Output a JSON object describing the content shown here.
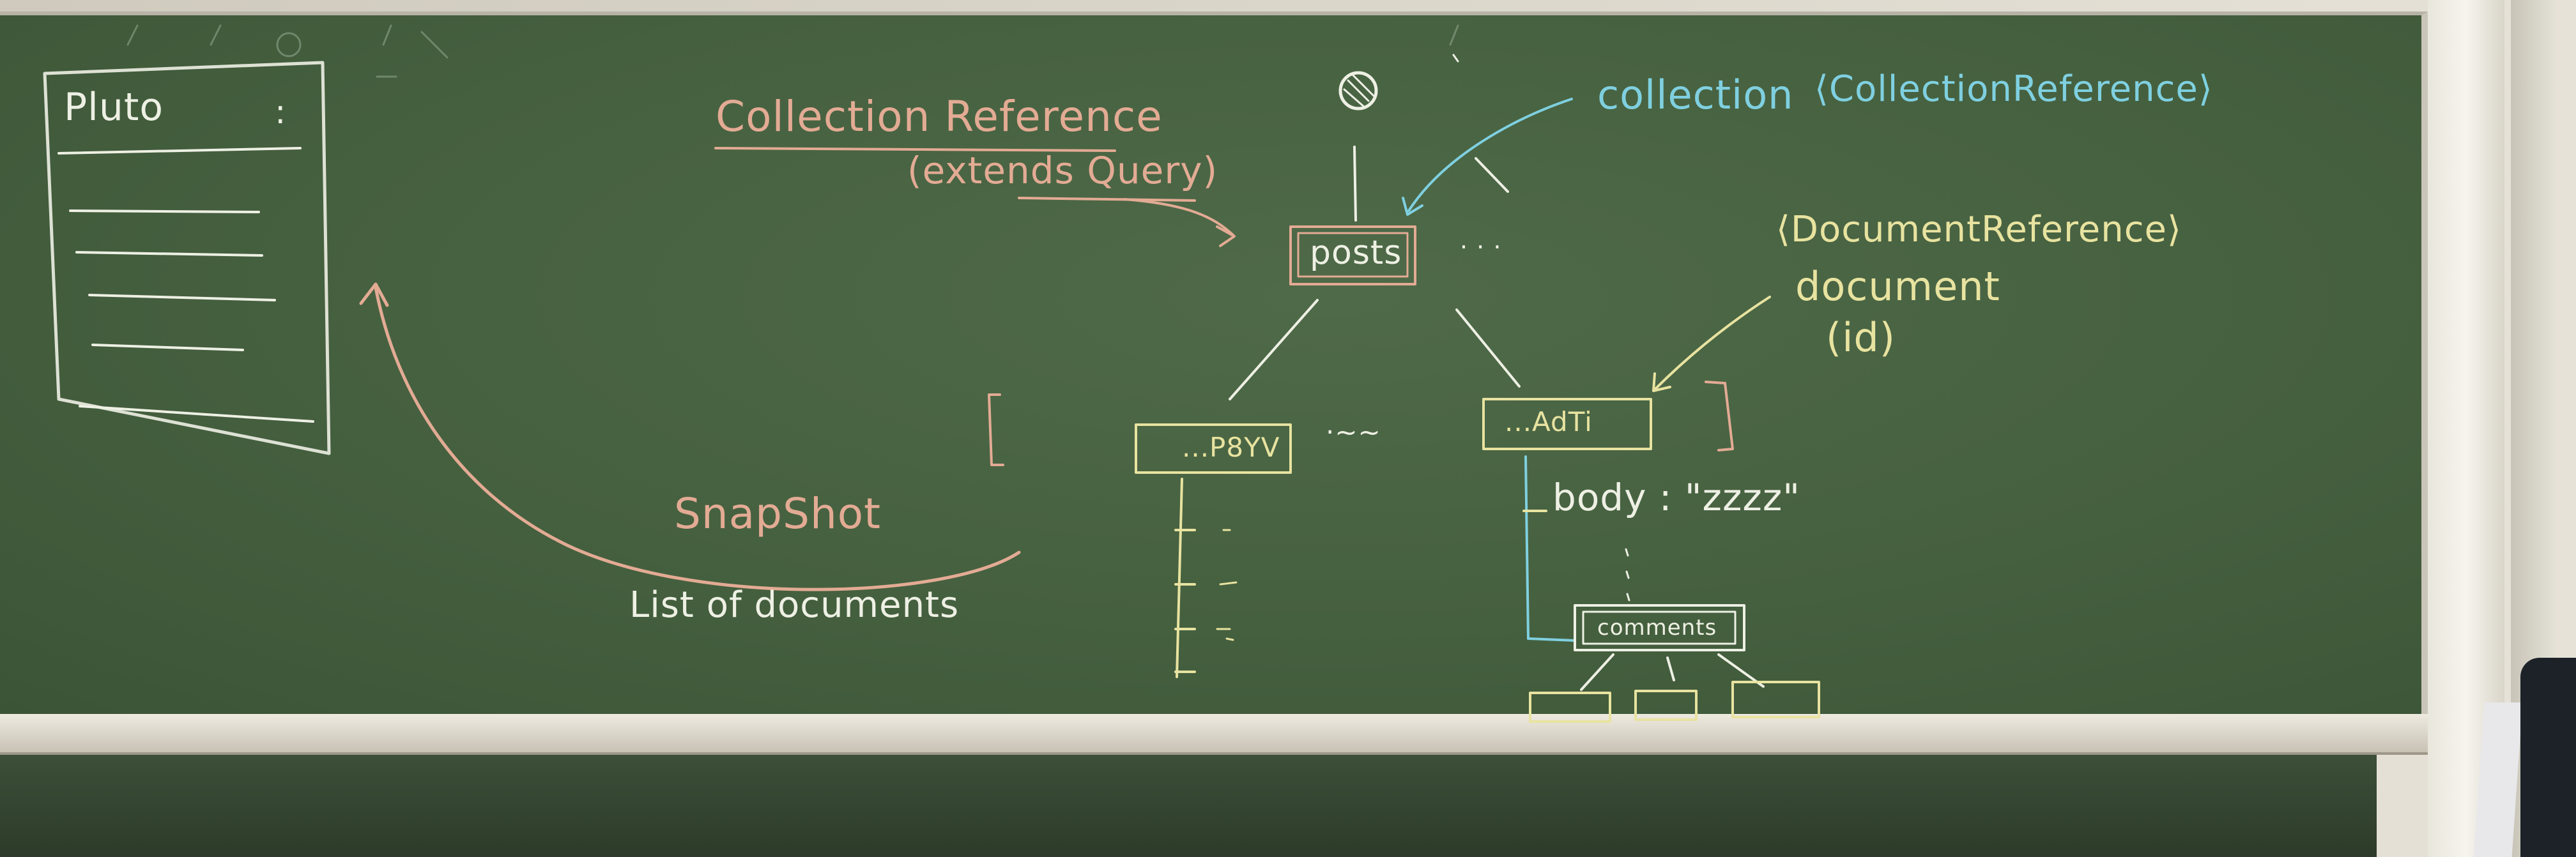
{
  "board_text": {
    "pluto": "Pluto",
    "pluto_menu": ":",
    "collection_reference": "Collection Reference",
    "extends_query": "(extends Query)",
    "collection_label": "collection",
    "collection_type": "⟨CollectionReference⟩",
    "posts": "posts",
    "ellipsis_right": "· · ·",
    "document_type": "⟨DocumentReference⟩",
    "document_label": "document",
    "id_label": "(id)",
    "doc_left": "...P8YV",
    "doc_mid_ellipsis": "·~~",
    "doc_right": "...AdTi",
    "body_field": "body : \"zzzz\"",
    "comments": "comments",
    "snapshot": "SnapShot",
    "list_of_documents": "List of documents",
    "bracket_open": "[",
    "bracket_close": "]"
  },
  "colors": {
    "board": "#4a6444",
    "chalk_white": "#eef0e4",
    "chalk_yellow": "#e8e3a0",
    "chalk_pink": "#e3ab94",
    "chalk_cyan": "#7fd0e0"
  }
}
